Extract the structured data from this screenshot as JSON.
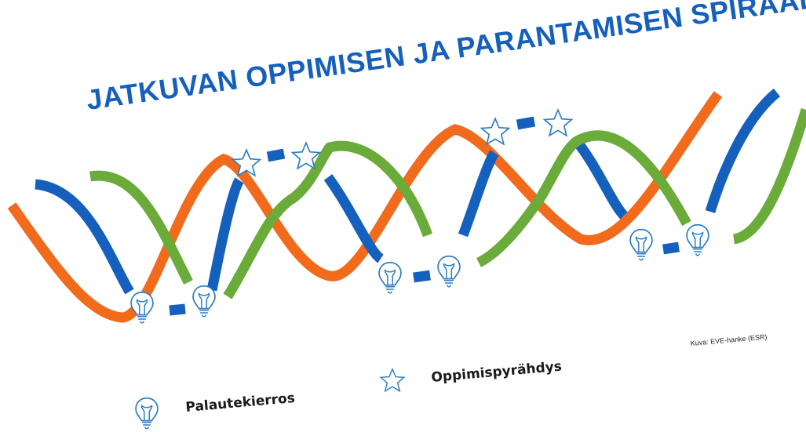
{
  "title": "JATKUVAN OPPIMISEN JA PARANTAMISEN SPIRAALIMALLI",
  "credit": "Kuva: EVE-hanke (ESR)",
  "legend": {
    "feedback_label": "Palautekierros",
    "learning_label": "Oppimispyrähdys"
  },
  "colors": {
    "blue": "#1560bd",
    "green": "#6aab3a",
    "orange": "#f26a1b",
    "icon": "#2f7fc4"
  },
  "icons": {
    "feedback": "lightbulb-icon",
    "learning": "star-icon"
  }
}
